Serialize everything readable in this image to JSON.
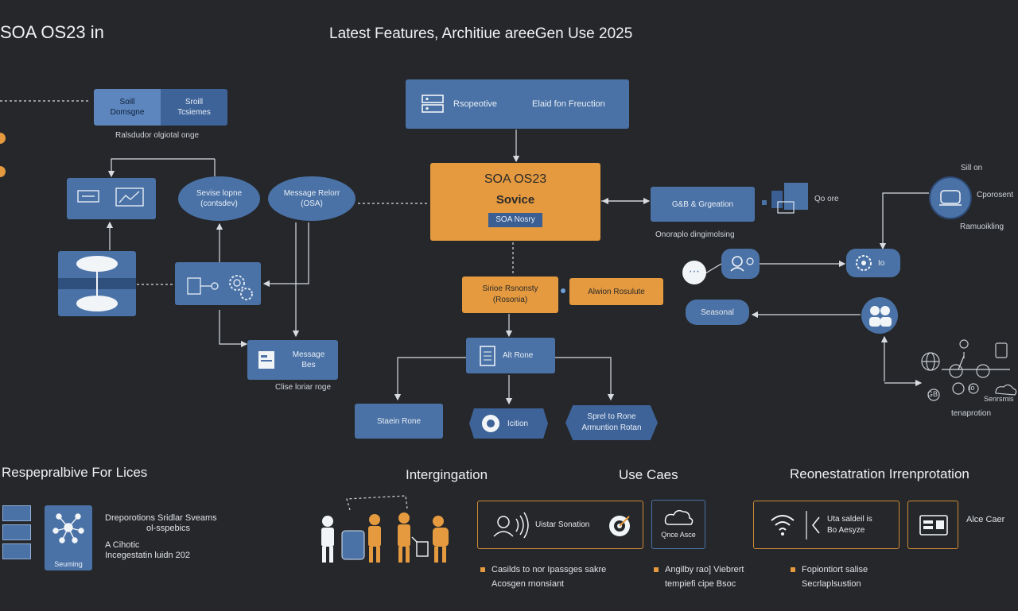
{
  "header": {
    "title_left": "SOA OS23 in",
    "title_center": "Latest Features, Architiue  areeGen Use 2025"
  },
  "left": {
    "split_box": {
      "left": [
        "Soill",
        "Domsgne"
      ],
      "right": [
        "Sroill",
        "Tcsiemes"
      ]
    },
    "split_caption": "Ralsdudor olgiotal onge",
    "oval1": [
      "Sevise lopne",
      "(contsdev)"
    ],
    "oval2": [
      "Message Relorr",
      "(OSA)"
    ],
    "message_box": [
      "Message",
      "Bes"
    ],
    "message_caption": "Clise loriar roge"
  },
  "top_center": {
    "label1": "Rsopeotive",
    "label2": "Elaid fon Freuction"
  },
  "center": {
    "title": "SOA OS23",
    "subtitle": "Sovice",
    "tag": "SOA Nosry"
  },
  "mid_right": {
    "label": "G&B & Grgeation",
    "caption": "Onoraplo dingimolsing",
    "side": "Qo ore"
  },
  "orange_row": {
    "left": [
      "Sirioe Rsnonsty",
      "(Rosonia)"
    ],
    "right": "Alwion Rosulute"
  },
  "lower": {
    "alt": "Alt Rone",
    "left": "Staein Rone",
    "mid": "Icition",
    "right": [
      "Sprel to Rone",
      "Armuntion Rotan"
    ]
  },
  "right": {
    "top_label": "Sill on",
    "right_label": "Cporosent",
    "right_caption": "Ramuoikling",
    "pin_label": "Io",
    "seasonal": "Seasonal",
    "net_labels": [
      "GB",
      "Io",
      "Senrsmis"
    ],
    "net_caption": "tenaprotion"
  },
  "sections": {
    "s1": "Respepralbive For Lices",
    "s1_list": [
      "Dreporotions Sridlar Sveams",
      "ol-sspebics"
    ],
    "s1_list2": [
      "A Cihotic",
      "Incegestatin luidn 202"
    ],
    "s1_icon": "Seuming",
    "s2": "Intergingation",
    "s3": "Use Caes",
    "s3_box1": "Uistar Sonation",
    "s3_box2": "Qnce Asce",
    "s4": "Reonestatration Irrenprotation",
    "s4_box": [
      "Uta saldeil is",
      "Bo Aesyze"
    ],
    "s4_right": "Alce Caer"
  },
  "legend": [
    [
      "Casilds to nor Ipassges sakre",
      "Acosgen rnonsiant"
    ],
    [
      "Angilby rao] Viebrert",
      "tempiefi cipe Bsoc"
    ],
    [
      "Fopiontiort salise",
      "Secrlaplsustion"
    ]
  ]
}
